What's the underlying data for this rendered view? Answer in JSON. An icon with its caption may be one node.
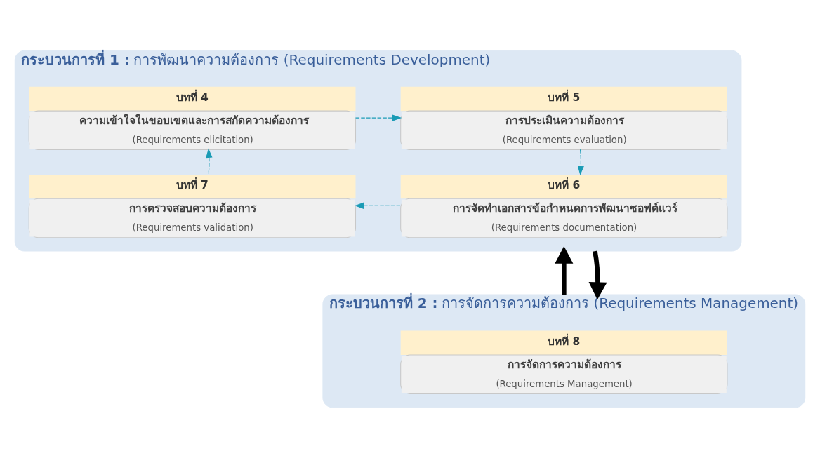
{
  "diagram": {
    "nodes": [
      {
        "text": [
          "**กระบวนการที่ 1 :** การพัฒนาความต้องการ (Requirements Development)"
        ]
      },
      {
        "text": [
          "ความเข้าใจในขอบเขตและการสกัดความต้องการ",
          "(Requirements elicitation)"
        ],
        "in": 0,
        "beside": [
          "บทที่ 4"
        ]
      },
      {
        "text": [
          "การประเมินความต้องการ",
          "(Requirements evaluation)"
        ],
        "in": 0,
        "beside": [
          "บทที่ 5"
        ]
      },
      {
        "text": [
          "การตรวจสอบความต้องการ",
          "(Requirements validation)"
        ],
        "in": 0,
        "beside": [
          "บทที่ 7"
        ]
      },
      {
        "text": [
          "การจัดทำเอกสารข้อกำหนดการพัฒนาซอฟต์แวร์",
          "(Requirements documentation)"
        ],
        "in": 0,
        "beside": [
          "บทที่ 6"
        ]
      },
      {
        "text": [
          "**กระบวนการที่ 2 :** การจัดการความต้องการ (Requirements Management)"
        ]
      },
      {
        "text": [
          "การจัดการความต้องการ",
          "(Requirements Management)"
        ],
        "in": 5,
        "beside": [
          "บทที่ 8"
        ]
      }
    ],
    "edges": [
      {
        "from": 1,
        "to": 2,
        "arrow": "to",
        "style": "dashed"
      },
      {
        "from": 2,
        "to": 4,
        "arrow": "to",
        "style": "dashed"
      },
      {
        "from": 4,
        "to": 3,
        "arrow": "to",
        "style": "dashed"
      },
      {
        "from": 3,
        "to": 1,
        "arrow": "to",
        "style": "dashed"
      },
      {
        "from": 5,
        "to": 0,
        "arrow": "to",
        "style": "thick",
        "color": "#000000"
      },
      {
        "from": 0,
        "to": 5,
        "arrow": "to",
        "style": "thick",
        "color": "#000000"
      }
    ]
  }
}
